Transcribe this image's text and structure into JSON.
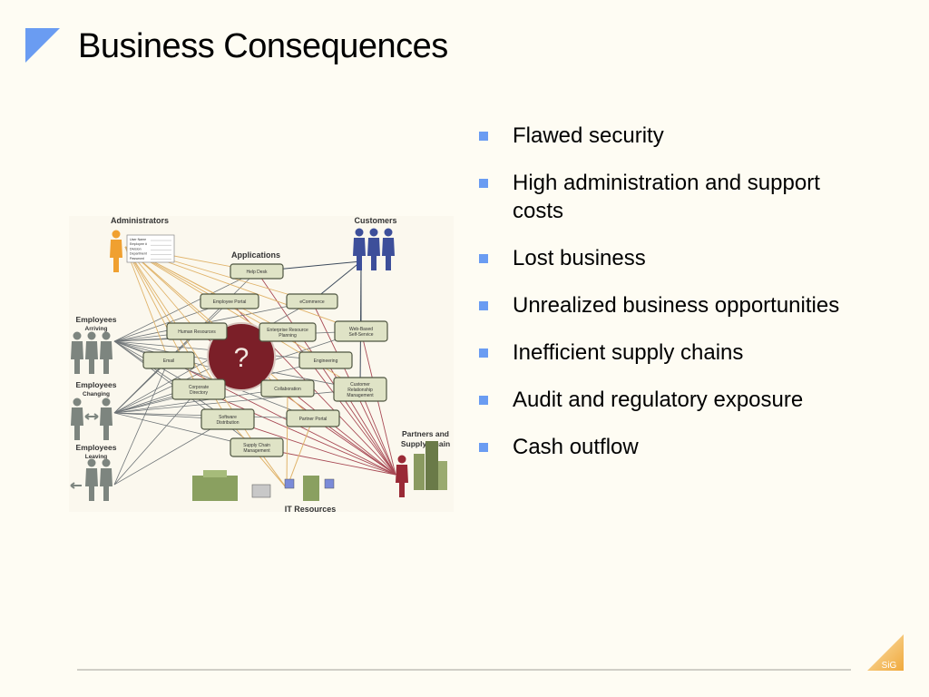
{
  "slide": {
    "title": "Business Consequences",
    "accent_color": "#6a9cf2",
    "logo_text": "SiG",
    "logo_color": "#f2b54a"
  },
  "bullets": [
    "Flawed security",
    "High administration and support costs",
    "Lost business",
    "Unrealized business opportunities",
    "Inefficient supply chains",
    "Audit and regulatory exposure",
    "Cash outflow"
  ],
  "diagram": {
    "center_label": "?",
    "groups": {
      "administrators": "Administrators",
      "customers": "Customers",
      "applications": "Applications",
      "employees_arriving": [
        "Employees",
        "Arriving"
      ],
      "employees_changing": [
        "Employees",
        "Changing"
      ],
      "employees_leaving": [
        "Employees",
        "Leaving"
      ],
      "partners": [
        "Partners and",
        "Supply Chain"
      ],
      "it_resources": "IT Resources"
    },
    "form_fields": [
      "User Name",
      "Employee #",
      "Division",
      "Department",
      "Password"
    ],
    "apps": [
      {
        "id": "help-desk",
        "lines": [
          "Help Desk"
        ]
      },
      {
        "id": "employee-portal",
        "lines": [
          "Employee Portal"
        ]
      },
      {
        "id": "ecommerce",
        "lines": [
          "eCommerce"
        ]
      },
      {
        "id": "human-resources",
        "lines": [
          "Human Resources"
        ]
      },
      {
        "id": "erp",
        "lines": [
          "Enterprise Resource",
          "Planning"
        ]
      },
      {
        "id": "web-self-service",
        "lines": [
          "Web-Based",
          "Self-Service"
        ]
      },
      {
        "id": "email",
        "lines": [
          "Email"
        ]
      },
      {
        "id": "engineering",
        "lines": [
          "Engineering"
        ]
      },
      {
        "id": "corporate-directory",
        "lines": [
          "Corporate",
          "Directory"
        ]
      },
      {
        "id": "collaboration",
        "lines": [
          "Collaboration"
        ]
      },
      {
        "id": "crm",
        "lines": [
          "Customer",
          "Relationship",
          "Management"
        ]
      },
      {
        "id": "software-distribution",
        "lines": [
          "Software",
          "Distribution"
        ]
      },
      {
        "id": "partner-portal",
        "lines": [
          "Partner Portal"
        ]
      },
      {
        "id": "supply-chain-management",
        "lines": [
          "Supply Chain",
          "Management"
        ]
      }
    ]
  }
}
